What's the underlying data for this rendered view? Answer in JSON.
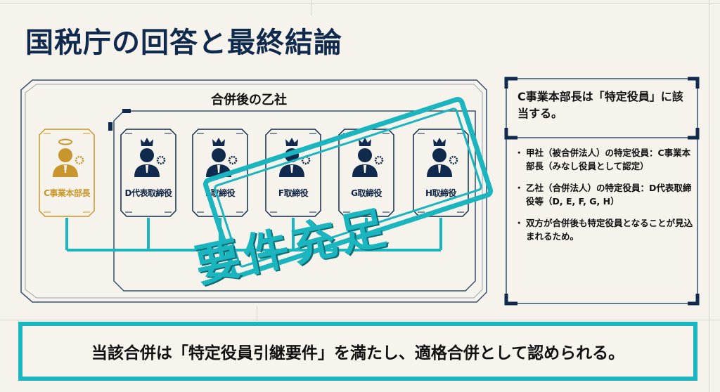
{
  "title": "国税庁の回答と最終結論",
  "group": {
    "label": "合併後の乙社",
    "cards": [
      {
        "label": "C事業本部長",
        "role": "halo",
        "variant": "gold"
      },
      {
        "label": "D代表取締役",
        "role": "crown",
        "variant": "navy"
      },
      {
        "label": "E取締役",
        "role": "crown",
        "variant": "navy"
      },
      {
        "label": "F取締役",
        "role": "crown",
        "variant": "navy"
      },
      {
        "label": "G取締役",
        "role": "crown",
        "variant": "navy"
      },
      {
        "label": "H取締役",
        "role": "crown",
        "variant": "navy"
      }
    ]
  },
  "stamp": {
    "text": "要件充足"
  },
  "side": {
    "heading": "C事業本部長は「特定役員」に該当する。",
    "bullets": [
      {
        "bullet": "・",
        "text": "甲社（被合併法人）の特定役員：C事業本部長（みなし役員として認定）"
      },
      {
        "bullet": "・",
        "text": "乙社（合併法人）の特定役員：D代表取締役等（D, E, F, G, H）"
      },
      {
        "bullet": "・",
        "text": "双方が合併後も特定役員となることが見込まれるため。"
      }
    ]
  },
  "conclusion": "当該合併は「特定役員引継要件」を満たし、適格合併として認められる。",
  "colors": {
    "navy": "#0f2a4d",
    "gold": "#c8962c",
    "teal": "#1ab5bf",
    "background": "#f6f3ec"
  }
}
